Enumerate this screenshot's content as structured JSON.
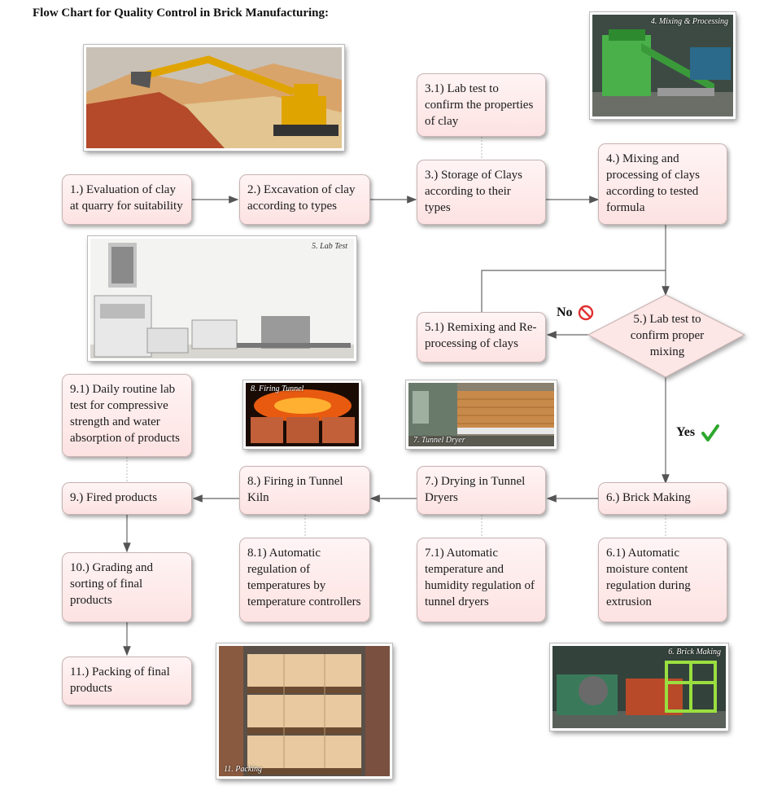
{
  "title": "Flow Chart for Quality Control in Brick Manufacturing:",
  "steps": {
    "s1": "1.) Evaluation of clay at quarry for suitability",
    "s2": "2.) Excavation of clay according to types",
    "s3": "3.) Storage of Clays according to their types",
    "s31": "3.1) Lab test to confirm the properties of clay",
    "s4": "4.) Mixing and processing of clays according to tested formula",
    "s5": "5.) Lab test to confirm proper mixing",
    "s51": "5.1) Remixing and Re-processing of clays",
    "s6": "6.) Brick Making",
    "s61": "6.1) Automatic moisture content regulation during extrusion",
    "s7": "7.) Drying in Tunnel Dryers",
    "s71": "7.1) Automatic temperature and humidity regulation of tunnel dryers",
    "s8": "8.) Firing in Tunnel Kiln",
    "s81": "8.1) Automatic regulation of temperatures by temperature controllers",
    "s9": "9.) Fired products",
    "s91": "9.1) Daily routine lab test for compressive strength and water absorption of products",
    "s10": "10.) Grading and sorting of final products",
    "s11": "11.) Packing of final products"
  },
  "decision": {
    "no": "No",
    "yes": "Yes"
  },
  "photos": {
    "p4": "4. Mixing & Processing",
    "p5": "5. Lab Test",
    "p8": "8. Firing Tunnel",
    "p7": "7. Tunnel Dryer",
    "p6": "6. Brick Making",
    "p11": "11. Packing"
  },
  "colors": {
    "box_fill": "#fde2e2",
    "check": "#2ea82e",
    "no_icon": "#e03030"
  }
}
